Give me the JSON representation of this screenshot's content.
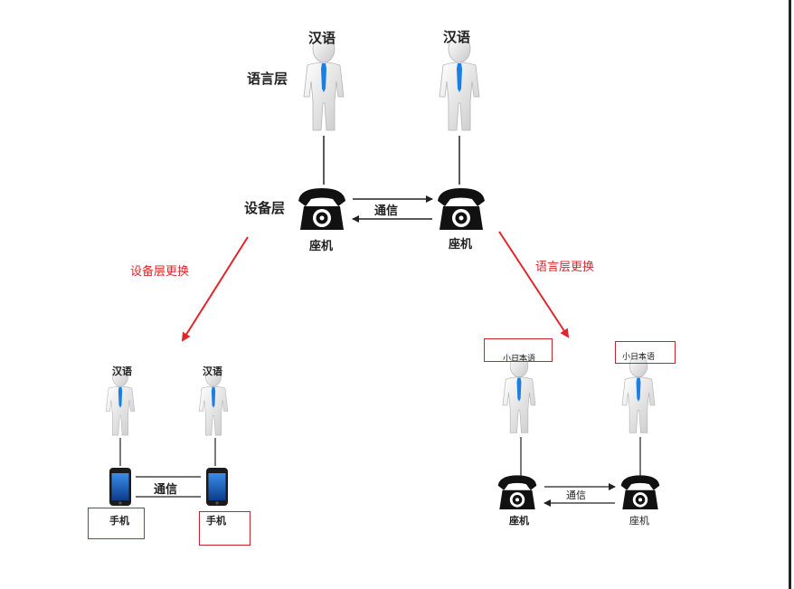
{
  "top": {
    "person_left_label": "汉语",
    "person_right_label": "汉语",
    "language_layer_label": "语言层",
    "device_layer_label": "设备层",
    "phone_left_label": "座机",
    "phone_right_label": "座机",
    "link_label": "通信"
  },
  "arrows": {
    "left_label": "设备层更换",
    "right_label": "语言层更换"
  },
  "bottom_left": {
    "person_left_label": "汉语",
    "person_right_label": "汉语",
    "device_left_label": "手机",
    "device_right_label": "手机",
    "link_label": "通信"
  },
  "bottom_right": {
    "person_left_label": "小日本语",
    "person_right_label": "小日本语",
    "phone_left_label": "座机",
    "phone_right_label": "座机",
    "link_label": "通信"
  },
  "colors": {
    "highlight": "#e0262b",
    "tie": "#1a7fe0",
    "phone": "#111111",
    "line": "#222222"
  },
  "icons": {
    "person": "person-icon",
    "landline": "telephone-icon",
    "mobile": "smartphone-icon"
  }
}
